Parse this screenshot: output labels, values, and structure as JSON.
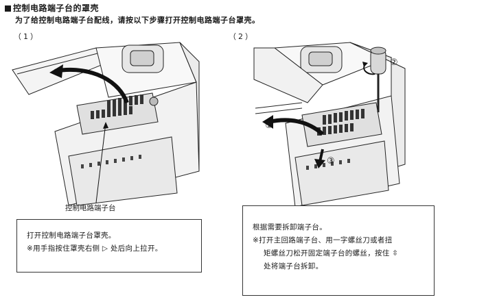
{
  "heading": "控制电路端子台的罩壳",
  "intro": "为了给控制电路端子台配线，请按以下步骤打开控制电路端子台罩壳。",
  "steps": [
    {
      "number": "（1）",
      "figure_label": "控制电路端子台",
      "lines": [
        "打开控制电路端子台罩壳。",
        "※用手指按住罩壳右侧 ▷ 处后向上拉开。"
      ]
    },
    {
      "number": "（2）",
      "callouts": [
        "①",
        "②",
        "③"
      ],
      "lines": [
        "根据需要拆卸端子台。",
        "※打开主回路端子台、用一字螺丝刀或者扭",
        "矩螺丝刀松开固定端子台的螺丝，按住 ⇳",
        "处将端子台拆卸。"
      ]
    }
  ]
}
